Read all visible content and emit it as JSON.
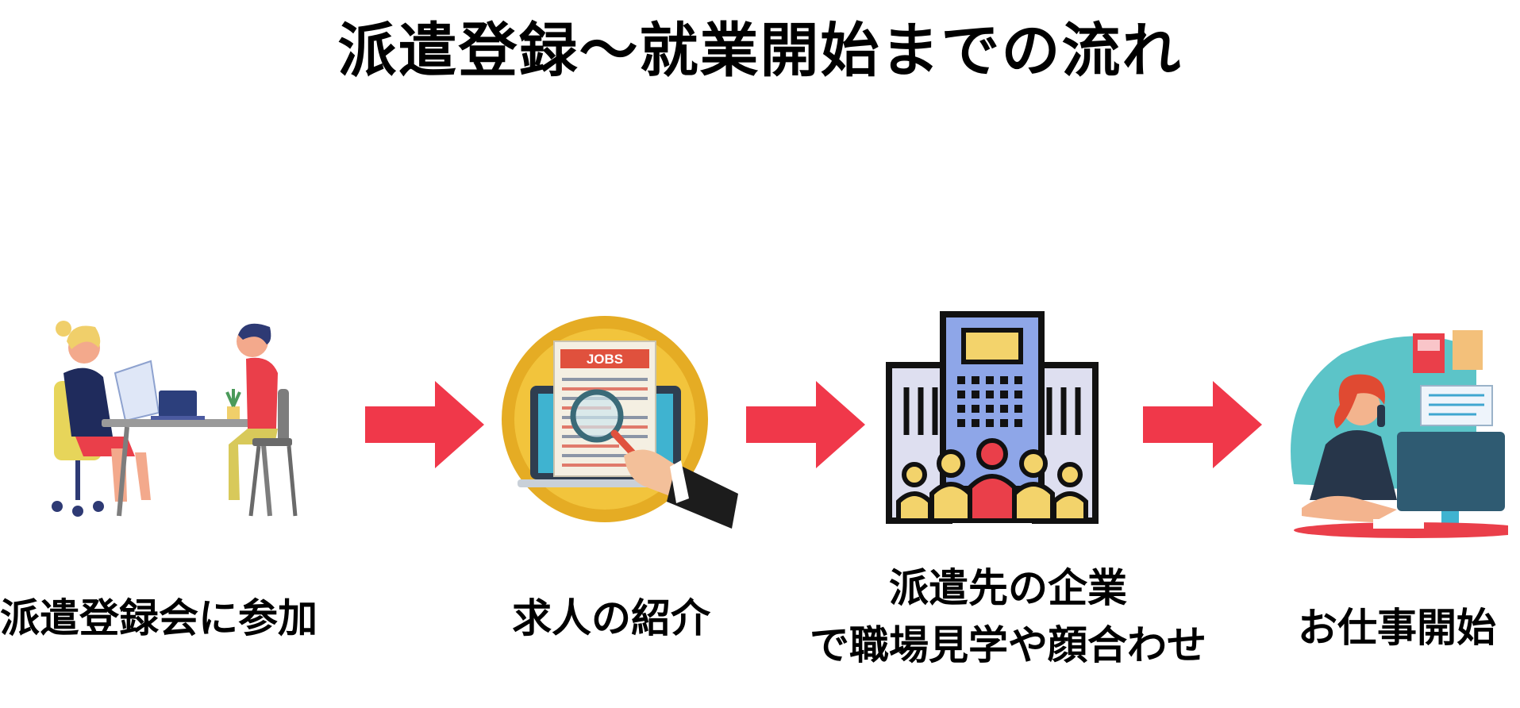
{
  "title": "派遣登録〜就業開始までの流れ",
  "accent_color": "#f0384a",
  "steps": [
    {
      "label": "派遣登録会に参加",
      "icon": "registration-meeting-icon"
    },
    {
      "label": "求人の紹介",
      "icon": "job-listing-search-icon",
      "sign": "JOBS"
    },
    {
      "label_line1": "派遣先の企業",
      "label_line2": "で職場見学や顔合わせ",
      "icon": "company-building-people-icon"
    },
    {
      "label": "お仕事開始",
      "icon": "office-worker-icon"
    }
  ]
}
